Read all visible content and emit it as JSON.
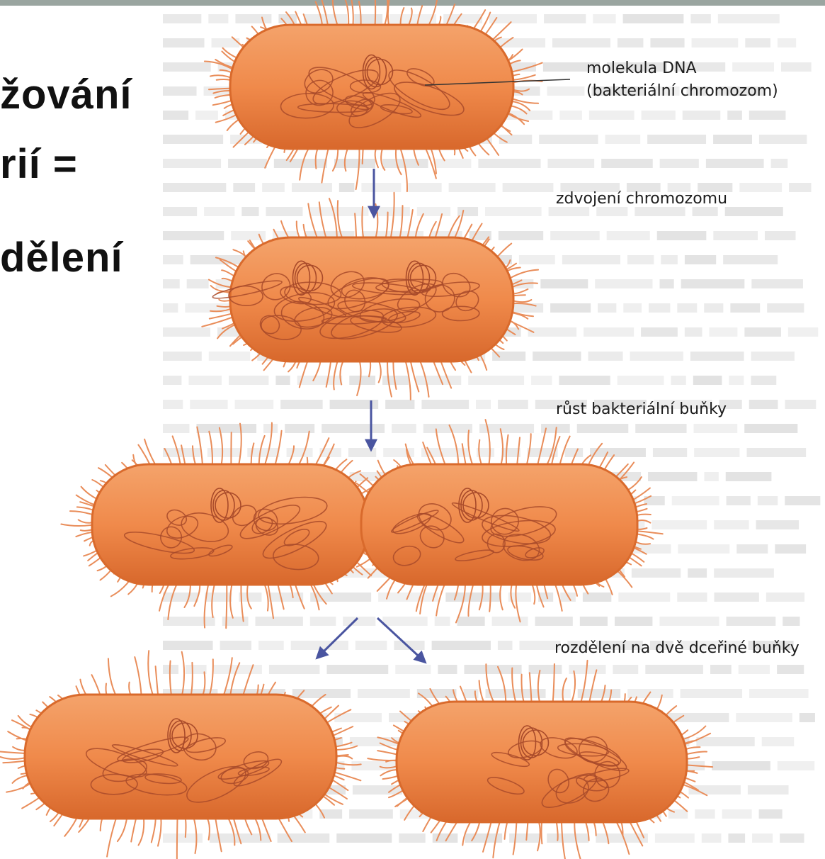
{
  "title_lines": [
    "žování",
    "rií =",
    "dělení"
  ],
  "labels": {
    "dna_line1": "molekula DNA",
    "dna_line2": "(bakteriální chromozom)",
    "step1": "zdvojení chromozomu",
    "step2": "růst bakteriální buňky",
    "step3": "rozdělení na dvě dceřiné buňky"
  },
  "colors": {
    "cell_fill": "#f08a4b",
    "cell_edge": "#d96a2c",
    "pili": "#e98d5a",
    "dna": "#a84a2a",
    "arrow": "#4a55a0"
  }
}
